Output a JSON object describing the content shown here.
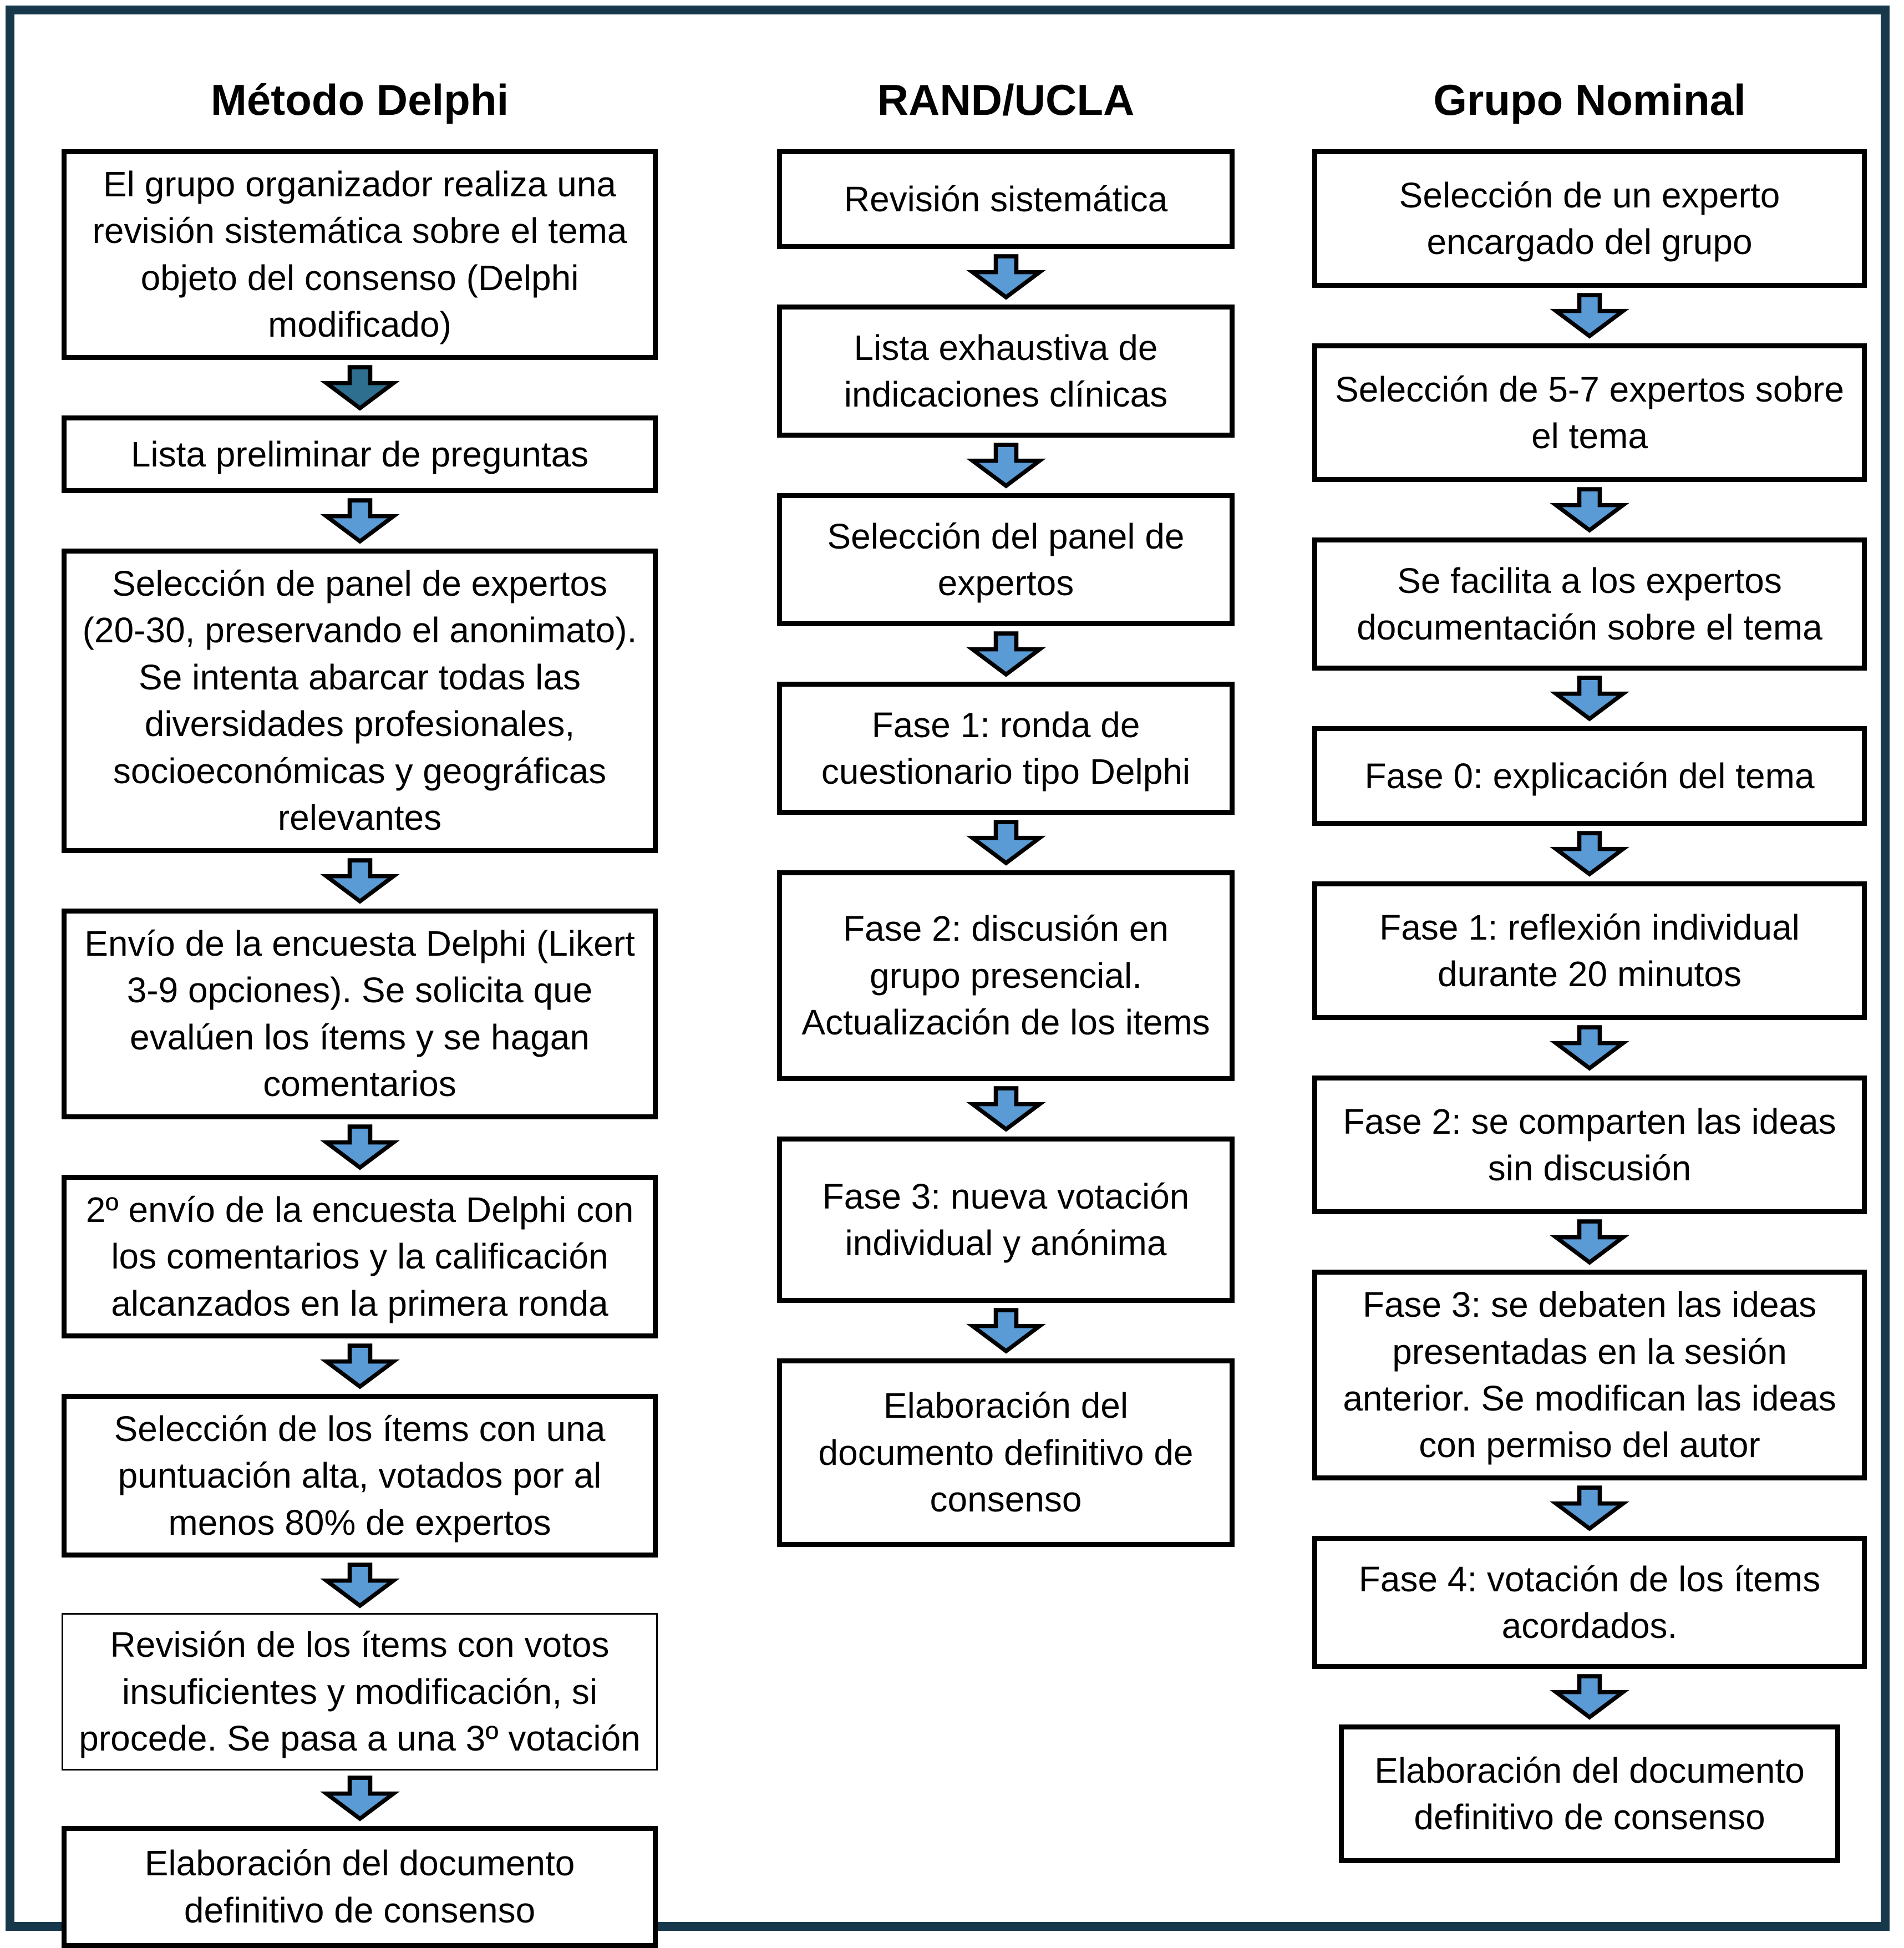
{
  "columns": [
    {
      "title": "Método Delphi",
      "boxes": [
        "El grupo organizador realiza una revisión sistemática sobre el tema objeto del consenso (Delphi modificado)",
        "Lista preliminar de preguntas",
        "Selección de panel de expertos (20-30, preservando el anonimato). Se intenta abarcar todas las diversidades profesionales, socioeconómicas y geográficas relevantes",
        "Envío de la encuesta Delphi (Likert 3-9 opciones). Se solicita que evalúen los ítems y se hagan comentarios",
        "2º envío de la encuesta Delphi con los comentarios y la calificación alcanzados en la primera ronda",
        "Selección de los ítems con una puntuación alta, votados por al menos 80% de expertos",
        "Revisión de los ítems con votos insuficientes y modificación, si procede. Se pasa a una 3º votación",
        "Elaboración del documento definitivo de consenso"
      ]
    },
    {
      "title": "RAND/UCLA",
      "boxes": [
        "Revisión sistemática",
        "Lista exhaustiva de indicaciones clínicas",
        "Selección del panel de expertos",
        "Fase 1: ronda de cuestionario tipo Delphi",
        "Fase 2: discusión en grupo presencial. Actualización de los items",
        "Fase 3: nueva votación individual y anónima",
        "Elaboración del documento definitivo de consenso"
      ]
    },
    {
      "title": "Grupo Nominal",
      "boxes": [
        "Selección de un experto encargado del grupo",
        "Selección de 5-7 expertos sobre el tema",
        "Se facilita a los expertos documentación sobre el tema",
        "Fase 0: explicación del tema",
        "Fase 1: reflexión individual durante 20 minutos",
        "Fase 2: se comparten las ideas sin discusión",
        "Fase 3: se debaten las ideas presentadas en la sesión anterior. Se modifican las ideas con permiso del autor",
        "Fase 4: votación de los ítems acordados.",
        "Elaboración del documento definitivo de consenso"
      ]
    }
  ],
  "colors": {
    "arrow_fill": "#5b9bd5",
    "arrow_fill_first": "#2e6e8e",
    "arrow_outline": "#000000",
    "frame": "#16384a"
  }
}
